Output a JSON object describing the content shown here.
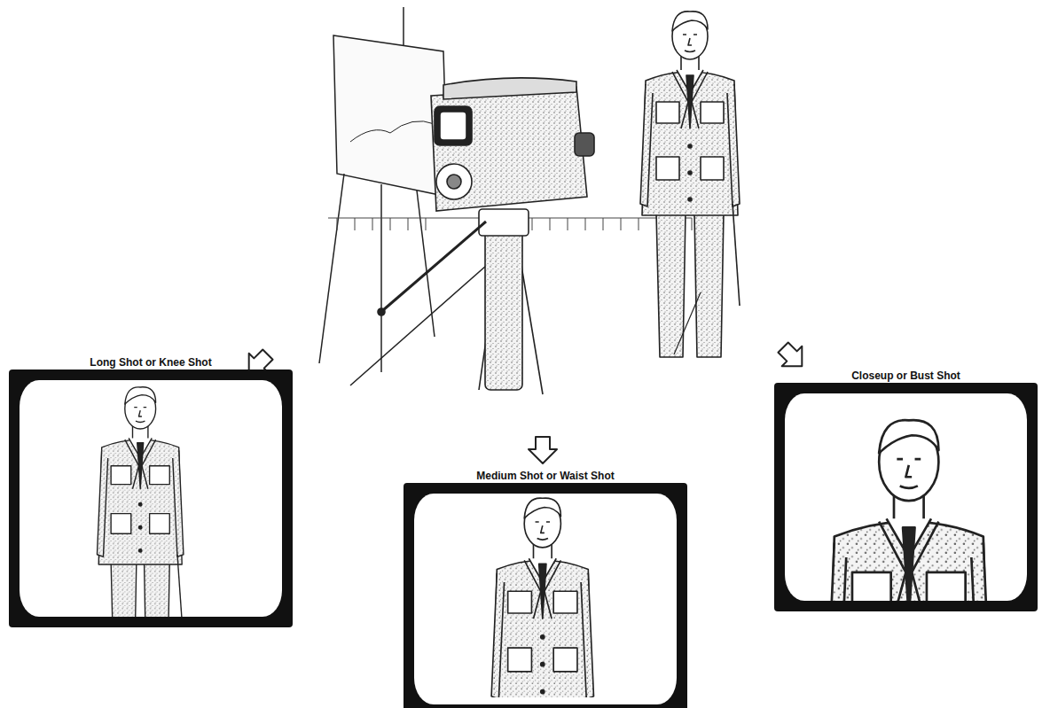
{
  "diagram": {
    "nodes": [
      {
        "text": [
          "Long Shot or Knee Shot"
        ]
      },
      {
        "text": [
          "Medium Shot or Waist Shot"
        ]
      },
      {
        "text": [
          "Closeup or Bust Shot"
        ]
      }
    ]
  }
}
